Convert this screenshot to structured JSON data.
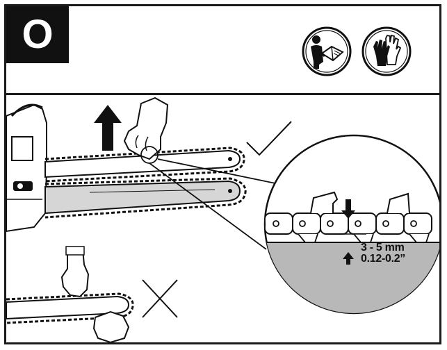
{
  "step": {
    "letter": "O"
  },
  "icons": [
    {
      "name": "read-manual-icon"
    },
    {
      "name": "gloves-icon"
    }
  ],
  "measurement": {
    "metric": "3 - 5 mm",
    "imperial": "0.12-0.2”"
  },
  "marks": {
    "correct": "check-mark-icon",
    "incorrect": "cross-mark-icon"
  }
}
